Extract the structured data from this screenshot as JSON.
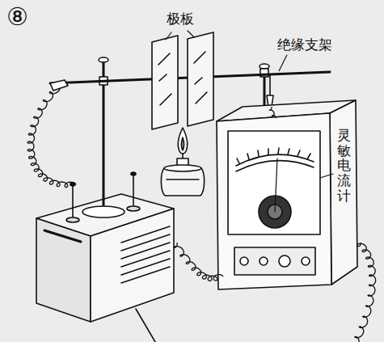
{
  "diagram": {
    "labels": [
      "⑧",
      "极板",
      "绝缘支架",
      "灵敏电流计"
    ]
  }
}
